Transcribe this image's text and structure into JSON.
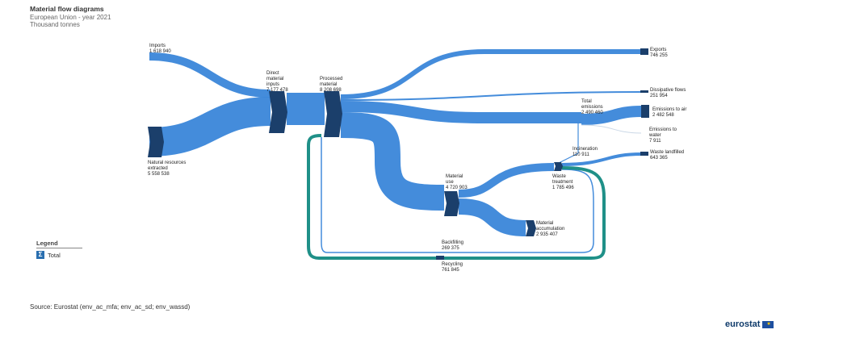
{
  "header": {
    "title": "Material flow diagrams",
    "subtitle": "European Union - year 2021",
    "unit": "Thousand tonnes"
  },
  "nodes": {
    "imports": {
      "label": [
        "Imports"
      ],
      "value": "1 618 940"
    },
    "natural": {
      "label": [
        "Natural resources",
        "extracted"
      ],
      "value": "5 558 538"
    },
    "dmi": {
      "label": [
        "Direct",
        "material",
        "inputs"
      ],
      "value": "7 177 478"
    },
    "processed": {
      "label": [
        "Processed",
        "material"
      ],
      "value": "8 208 698"
    },
    "exports": {
      "label": [
        "Exports"
      ],
      "value": "746 255"
    },
    "dissipative": {
      "label": [
        "Dissipative flows"
      ],
      "value": "251 954"
    },
    "total_emissions": {
      "label": [
        "Total",
        "emissions"
      ],
      "value": "2 490 460"
    },
    "emissions_air": {
      "label": [
        "Emissions to air"
      ],
      "value": "2 482 548"
    },
    "emissions_water": {
      "label": [
        "Emissions to",
        "water"
      ],
      "value": "7 911"
    },
    "incineration": {
      "label": [
        "Incineration"
      ],
      "value": "110 911"
    },
    "waste_landfilled": {
      "label": [
        "Waste landfilled"
      ],
      "value": "643 365"
    },
    "waste_treatment": {
      "label": [
        "Waste",
        "treatment"
      ],
      "value": "1 785 496"
    },
    "material_use": {
      "label": [
        "Material",
        "use"
      ],
      "value": "4 720 903"
    },
    "material_accumulation": {
      "label": [
        "Material",
        "accumulation"
      ],
      "value": "2 935 407"
    },
    "backfilling": {
      "label": [
        "Backfilling"
      ],
      "value": "269 375"
    },
    "recycling": {
      "label": [
        "Recycling"
      ],
      "value": "761 845"
    }
  },
  "colors": {
    "flow": "#3a86d9",
    "node": "#1b3f6b",
    "recycling": "#138a82",
    "emission_water": "#c8d6e6"
  },
  "legend": {
    "title": "Legend",
    "item_label": "Total",
    "item_icon": "sigma-icon",
    "item_symbol": "Σ"
  },
  "footer": {
    "source": "Source: Eurostat (env_ac_mfa; env_ac_sd; env_wassd)",
    "logo_text": "eurostat",
    "flag_symbol": "★"
  }
}
